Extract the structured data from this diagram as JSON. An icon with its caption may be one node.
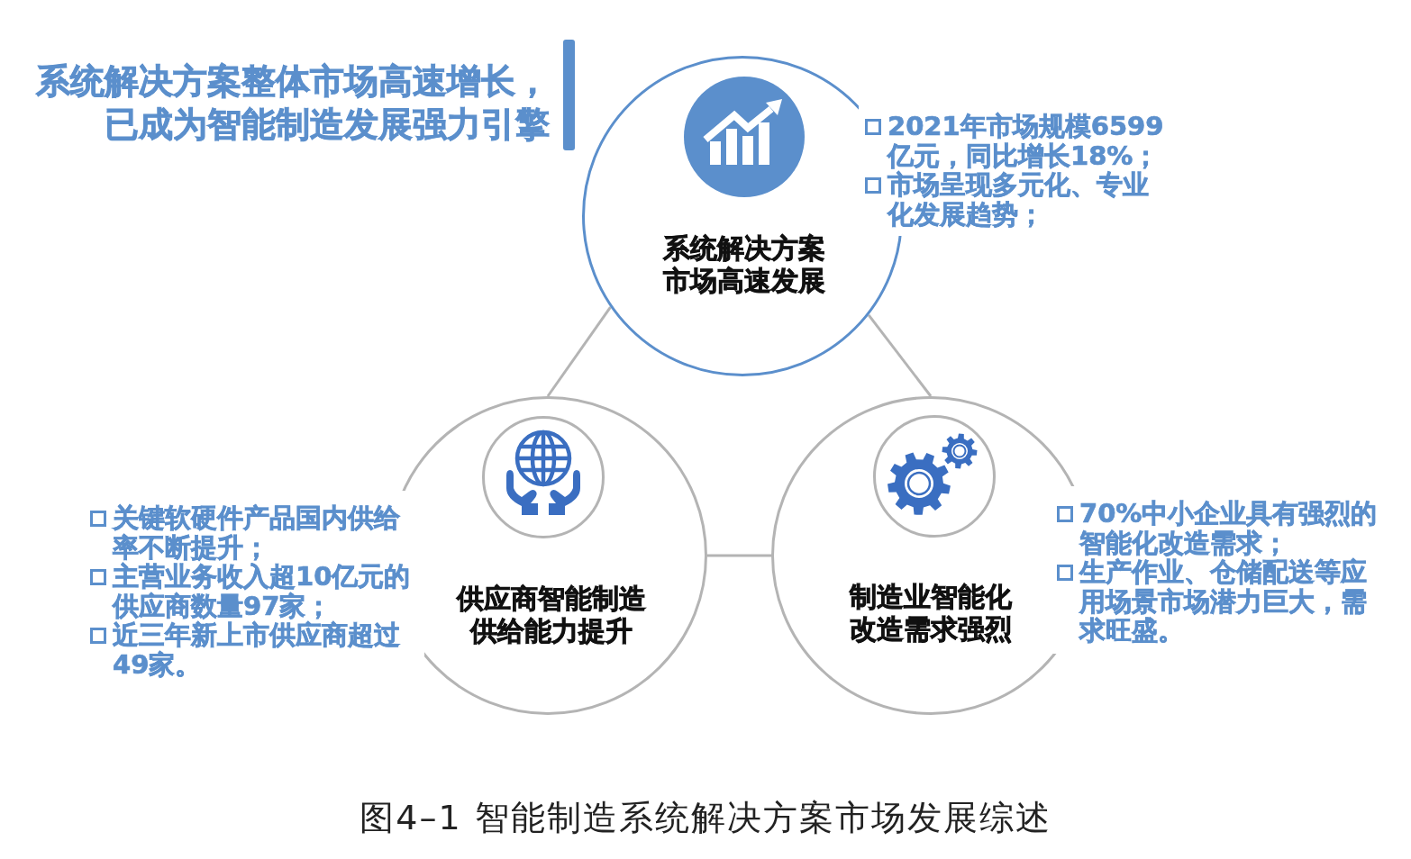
{
  "diagram": {
    "title": "系统解决方案整体市场高速增长，已成为智能制造发展强力引擎",
    "caption": "图4–1 智能制造系统解决方案市场发展综述",
    "nodes": [
      {
        "text": [
          "系统解决方案市场高速发展"
        ],
        "beside": [
          "2021年市场规模6599亿元，同比增长18%；",
          "市场呈现多元化、专业化发展趋势；"
        ]
      },
      {
        "text": [
          "供应商智能制造供给能力提升"
        ],
        "beside": [
          "关键软硬件产品国内供给率不断提升；",
          "主营业务收入超10亿元的供应商数量97家；",
          "近三年新上市供应商超过49家。"
        ]
      },
      {
        "text": [
          "制造业智能化改造需求强烈"
        ],
        "beside": [
          "70%中小企业具有强烈的智能化改造需求；",
          "生产作业、仓储配送等应用场景市场潜力巨大，需求旺盛。"
        ]
      }
    ],
    "edges": [
      {
        "from": 0,
        "to": 1,
        "arrow": "none"
      },
      {
        "from": 0,
        "to": 2,
        "arrow": "none"
      },
      {
        "from": 1,
        "to": 2,
        "arrow": "none"
      }
    ]
  }
}
